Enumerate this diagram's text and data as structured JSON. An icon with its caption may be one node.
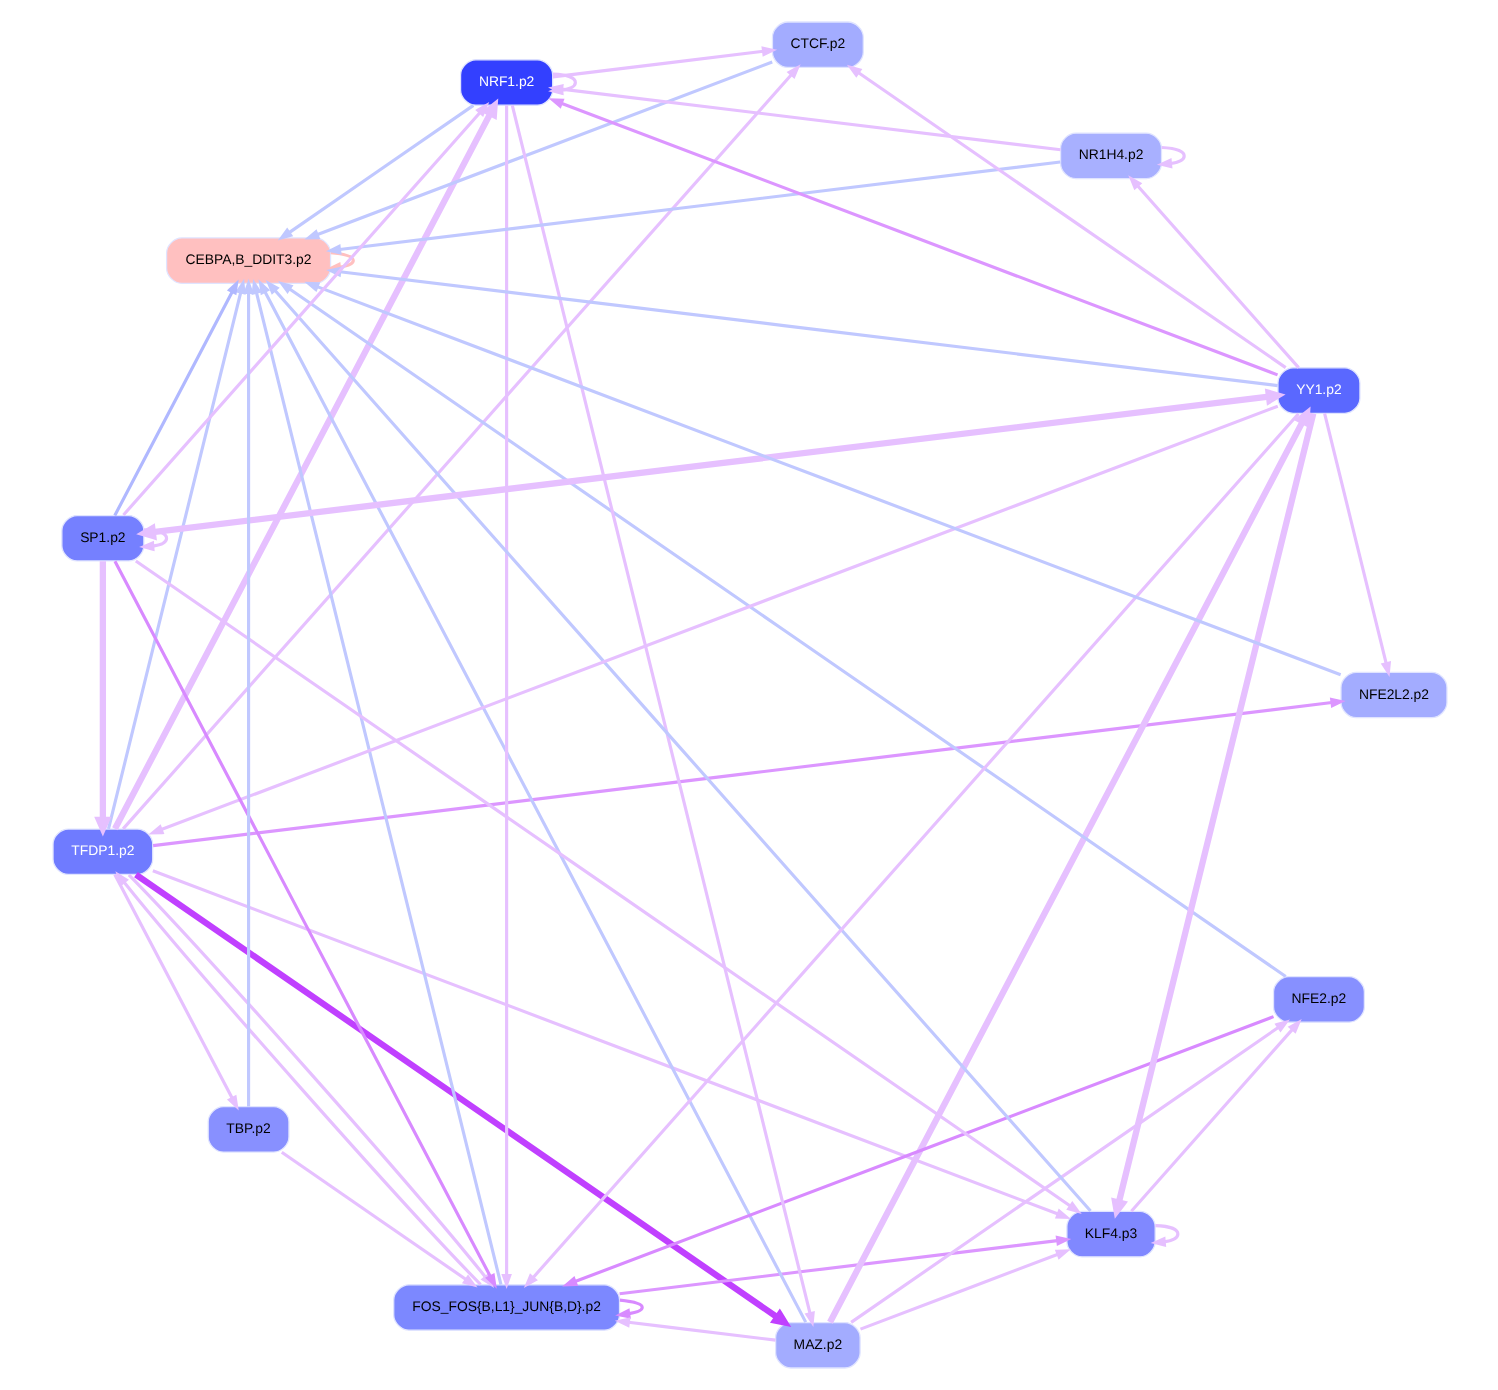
{
  "diagram": {
    "nodes": [
      {
        "text": [
          "TFDP1.p2"
        ]
      },
      {
        "text": [
          "FOS_FOS{B,L1}_JUN{B,D}.p2"
        ]
      },
      {
        "text": [
          "CTCF.p2"
        ]
      },
      {
        "text": [
          "MAZ.p2"
        ]
      },
      {
        "text": [
          "NFE2.p2"
        ]
      },
      {
        "text": [
          "NRF1.p2"
        ]
      },
      {
        "text": [
          "CEBPA,B_DDIT3.p2"
        ]
      },
      {
        "text": [
          "KLF4.p3"
        ]
      },
      {
        "text": [
          "NR1H4.p2"
        ]
      },
      {
        "text": [
          "YY1.p2"
        ]
      },
      {
        "text": [
          "NFE2L2.p2"
        ]
      },
      {
        "text": [
          "SP1.p2"
        ]
      },
      {
        "text": [
          "TBP.p2"
        ]
      }
    ],
    "edges": [
      {
        "from": 0,
        "to": 1,
        "arrow": "to"
      },
      {
        "from": 1,
        "to": 0,
        "arrow": "to"
      },
      {
        "from": 1,
        "to": 1,
        "arrow": "to",
        "color": "#d88aff"
      },
      {
        "from": 0,
        "to": 2,
        "arrow": "to"
      },
      {
        "from": 0,
        "to": 3,
        "arrow": "to",
        "style": "thick",
        "color": "#c040ff"
      },
      {
        "from": 0,
        "to": 6,
        "arrow": "to",
        "color": "#c0c8ff"
      },
      {
        "from": 0,
        "to": 5,
        "arrow": "to",
        "style": "thick"
      },
      {
        "from": 0,
        "to": 10,
        "arrow": "to",
        "color": "#dc96ff"
      },
      {
        "from": 0,
        "to": 12,
        "arrow": "to"
      },
      {
        "from": 0,
        "to": 7,
        "arrow": "to"
      },
      {
        "from": 9,
        "to": 0,
        "arrow": "to"
      },
      {
        "from": 11,
        "to": 0,
        "arrow": "to",
        "style": "thick"
      },
      {
        "from": 4,
        "to": 1,
        "arrow": "to",
        "color": "#d88aff"
      },
      {
        "from": 1,
        "to": 6,
        "arrow": "to",
        "color": "#c0c8ff"
      },
      {
        "from": 1,
        "to": 7,
        "arrow": "to",
        "color": "#dc96ff"
      },
      {
        "from": 12,
        "to": 1,
        "arrow": "to"
      },
      {
        "from": 3,
        "to": 1,
        "arrow": "to"
      },
      {
        "from": 5,
        "to": 1,
        "arrow": "to"
      },
      {
        "from": 9,
        "to": 1,
        "arrow": "to"
      },
      {
        "from": 11,
        "to": 1,
        "arrow": "to",
        "color": "#d88aff"
      },
      {
        "from": 2,
        "to": 6,
        "arrow": "to",
        "color": "#c0c8ff"
      },
      {
        "from": 9,
        "to": 2,
        "arrow": "to"
      },
      {
        "from": 5,
        "to": 2,
        "arrow": "to"
      },
      {
        "from": 5,
        "to": 3,
        "arrow": "to"
      },
      {
        "from": 3,
        "to": 6,
        "arrow": "to",
        "color": "#c0c8ff"
      },
      {
        "from": 3,
        "to": 4,
        "arrow": "to"
      },
      {
        "from": 3,
        "to": 7,
        "arrow": "to"
      },
      {
        "from": 3,
        "to": 9,
        "arrow": "to",
        "style": "thick"
      },
      {
        "from": 4,
        "to": 6,
        "arrow": "to",
        "color": "#c0c8ff"
      },
      {
        "from": 7,
        "to": 4,
        "arrow": "to"
      },
      {
        "from": 5,
        "to": 5,
        "arrow": "to"
      },
      {
        "from": 5,
        "to": 6,
        "arrow": "to",
        "color": "#c0c8ff"
      },
      {
        "from": 6,
        "to": 6,
        "arrow": "to",
        "color": "#ffc0c0"
      },
      {
        "from": 7,
        "to": 6,
        "arrow": "to",
        "color": "#c0c8ff"
      },
      {
        "from": 7,
        "to": 7,
        "arrow": "to"
      },
      {
        "from": 8,
        "to": 6,
        "arrow": "to",
        "color": "#c0c8ff"
      },
      {
        "from": 8,
        "to": 5,
        "arrow": "to"
      },
      {
        "from": 8,
        "to": 8,
        "arrow": "to"
      },
      {
        "from": 9,
        "to": 6,
        "arrow": "to",
        "color": "#c0c8ff"
      },
      {
        "from": 9,
        "to": 8,
        "arrow": "to"
      },
      {
        "from": 9,
        "to": 5,
        "arrow": "to",
        "color": "#dc96ff"
      },
      {
        "from": 9,
        "to": 10,
        "arrow": "to"
      },
      {
        "from": 9,
        "to": 11,
        "arrow": "both",
        "style": "thick"
      },
      {
        "from": 9,
        "to": 7,
        "arrow": "to",
        "style": "thick"
      },
      {
        "from": 10,
        "to": 6,
        "arrow": "to",
        "color": "#c0c8ff"
      },
      {
        "from": 11,
        "to": 6,
        "arrow": "to",
        "color": "#b0b8ff"
      },
      {
        "from": 11,
        "to": 5,
        "arrow": "to"
      },
      {
        "from": 11,
        "to": 7,
        "arrow": "to"
      },
      {
        "from": 11,
        "to": 11,
        "arrow": "to"
      },
      {
        "from": 12,
        "to": 6,
        "arrow": "to",
        "color": "#c0c8ff"
      }
    ]
  }
}
